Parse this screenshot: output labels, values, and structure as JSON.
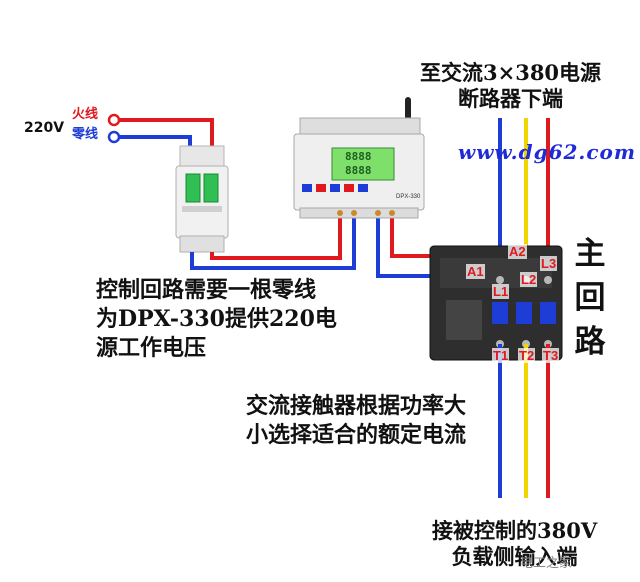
{
  "supply": {
    "voltage": "220V",
    "live": "火线",
    "neutral": "零线"
  },
  "top_caption": {
    "line1": "至交流3×380电源",
    "line2": "断路器下端"
  },
  "url": "www.dg62.com",
  "neutral_caption": {
    "line1": "控制回路需要一根零线",
    "line2": "为DPX-330提供220电",
    "line3": "源工作电压"
  },
  "contactor_caption": {
    "line1": "交流接触器根据功率大",
    "line2": "小选择适合的额定电流"
  },
  "main_circuit": {
    "c1": "主",
    "c2": "回",
    "c3": "路"
  },
  "load_caption": {
    "line1": "接被控制的380V",
    "line2": "负载侧输入端"
  },
  "terminals": {
    "a1": "A1",
    "a2": "A2",
    "l1": "L1",
    "l2": "L2",
    "l3": "L3",
    "t1": "T1",
    "t2": "T2",
    "t3": "T3"
  },
  "device": {
    "lcd_line1": "8888",
    "lcd_line2": "8888",
    "model": "DPX-330"
  },
  "watermark": "电工之家",
  "colors": {
    "live": "#e0191e",
    "neutral": "#1e3cd6",
    "phase_yellow": "#f2d400",
    "url": "#1e2bd6",
    "breaker_green": "#2fbf52"
  }
}
